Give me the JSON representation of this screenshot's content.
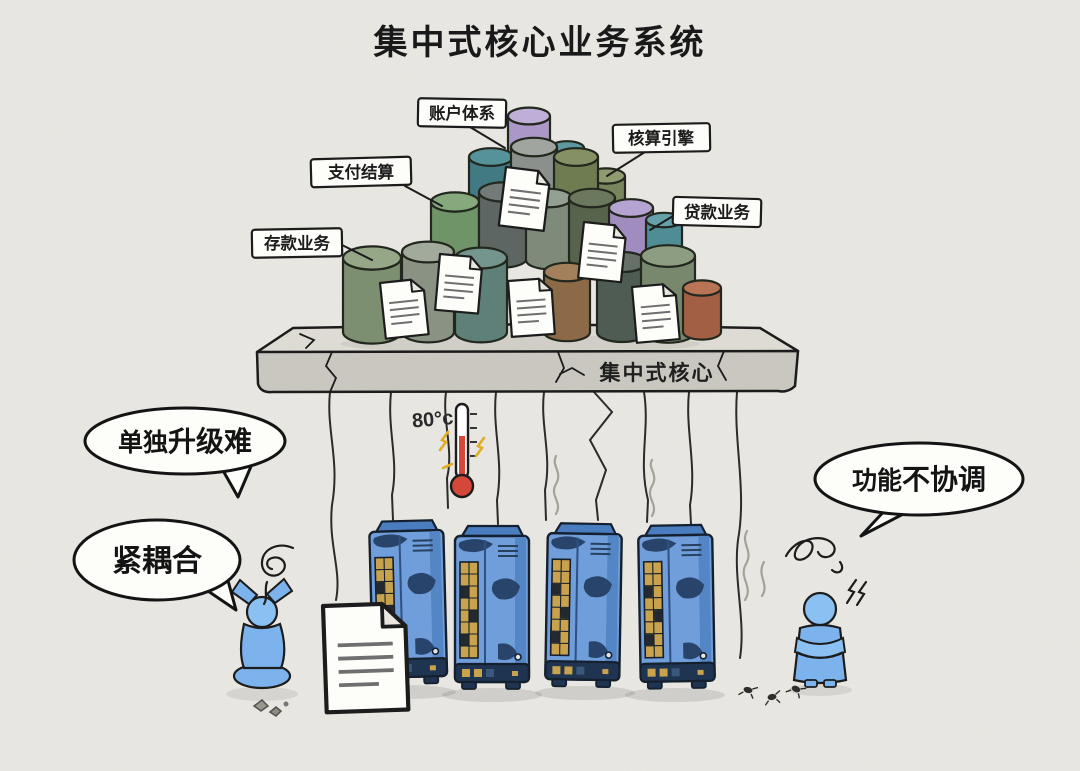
{
  "title": "集中式核心业务系统",
  "modules": [
    {
      "label": "存款业务"
    },
    {
      "label": "支付结算"
    },
    {
      "label": "账户体系"
    },
    {
      "label": "核算引擎"
    },
    {
      "label": "贷款业务"
    }
  ],
  "platform": {
    "label": "集中式核心"
  },
  "thermometer": {
    "reading": "80°c"
  },
  "speech_bubbles": [
    {
      "prefix": "单独",
      "emphasis": "升级难"
    },
    {
      "prefix": "",
      "emphasis": "紧耦合"
    },
    {
      "prefix": "功能",
      "emphasis": "不协调"
    }
  ],
  "icons": {
    "database": "database-cylinder",
    "document": "document-page",
    "server": "mainframe-tower",
    "thermometer": "thermometer",
    "person_left": "frustrated-person",
    "person_right": "angry-person",
    "smoke": "smoke-wisp",
    "scribble": "tangle-scribble"
  },
  "colors": {
    "background": "#eae8e3",
    "ink": "#1c1c1c",
    "label_box": "#fdfdfa",
    "platform_top": "#dddbd4",
    "platform_front": "#c9c7c0",
    "server_blue": "#6f9edb",
    "server_navy": "#28446b",
    "server_gold": "#c9a24d",
    "mercury_red": "#d4483a",
    "person_blue": "#7db3ec"
  }
}
